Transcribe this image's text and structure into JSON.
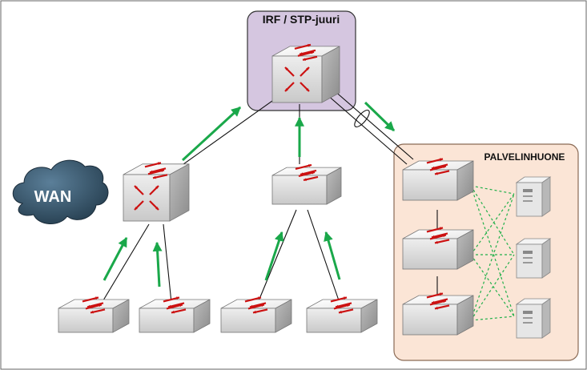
{
  "diagram": {
    "core_zone_label": "IRF / STP-juuri",
    "server_zone_label": "PALVELINHUONE",
    "wan_label": "WAN"
  },
  "colors": {
    "core_zone_fill": "#d5c6e0",
    "server_zone_fill": "#fbe5d6",
    "arrow": "#1aa84a",
    "switch_arrow": "#cc1111",
    "cloud": "#2f4d63",
    "link": "#111111",
    "server_link": "#21b04a"
  },
  "icons": {
    "l3_switch": "switch-l3-icon",
    "l2_switch": "switch-l2-icon",
    "server": "server-icon",
    "cloud": "wan-cloud-icon",
    "aggregation": "link-aggregation-icon"
  }
}
